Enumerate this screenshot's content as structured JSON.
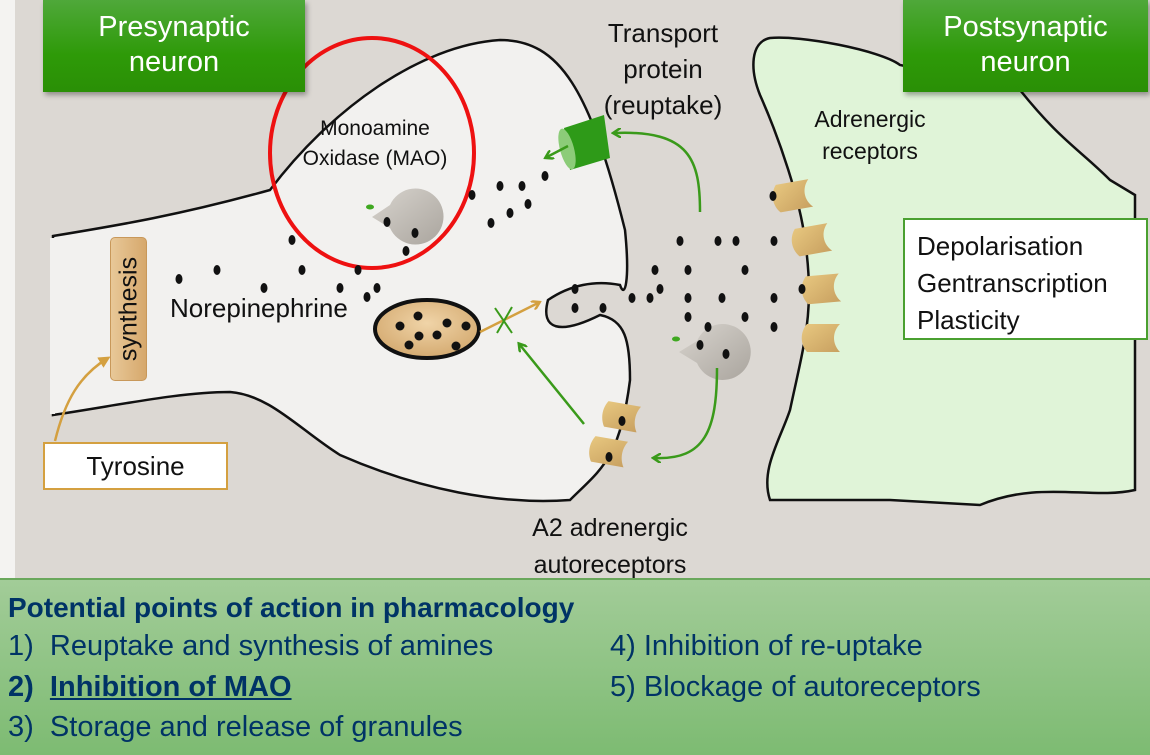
{
  "labels": {
    "presynaptic": [
      "Presynaptic",
      "neuron"
    ],
    "postsynaptic": [
      "Postsynaptic",
      "neuron"
    ],
    "transport": [
      "Transport",
      "protein",
      "(reuptake)"
    ],
    "mao": [
      "Monoamine",
      "Oxidase (MAO)"
    ],
    "adrenergic_receptors": [
      "Adrenergic",
      "receptors"
    ],
    "synthesis": "synthesis",
    "norepinephrine": "Norepinephrine",
    "tyrosine": "Tyrosine",
    "autoreceptors": [
      "A2 adrenergic",
      "autoreceptors"
    ],
    "effects": [
      "Depolarisation",
      "Gentranscription",
      "Plasticity"
    ]
  },
  "colors": {
    "green_box": "#2e9a08",
    "highlight_circle": "#ee1111",
    "arrow_green": "#3a9a1a",
    "arrow_gold": "#d4a040",
    "receptor_tan": "#dcb870",
    "postsynaptic_fill": "#e0f4d8",
    "navy_text": "#003366"
  },
  "bottom": {
    "title": "Potential points of action in pharmacology",
    "items": [
      {
        "num": "1)",
        "text": "Reuptake and synthesis of amines"
      },
      {
        "num": "2)",
        "text": "Inhibition of MAO",
        "highlighted": true
      },
      {
        "num": "3)",
        "text": "Storage and release of granules"
      },
      {
        "num": "4)",
        "text": "Inhibition of re-uptake"
      },
      {
        "num": "5)",
        "text": "Blockage of autoreceptors"
      }
    ]
  }
}
